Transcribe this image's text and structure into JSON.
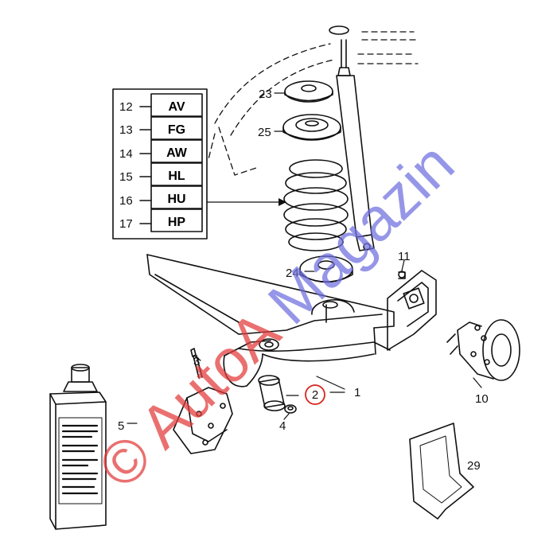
{
  "diagram": {
    "callouts": [
      {
        "id": "c1",
        "text": "1"
      },
      {
        "id": "c2",
        "text": "2",
        "highlight": true
      },
      {
        "id": "c3",
        "text": "3"
      },
      {
        "id": "c4",
        "text": "4"
      },
      {
        "id": "c5",
        "text": "5"
      },
      {
        "id": "c10",
        "text": "10"
      },
      {
        "id": "c11",
        "text": "11"
      },
      {
        "id": "c23",
        "text": "23"
      },
      {
        "id": "c24",
        "text": "24"
      },
      {
        "id": "c25",
        "text": "25"
      },
      {
        "id": "c29",
        "text": "29"
      }
    ],
    "legend": [
      {
        "num": "12",
        "code": "AV"
      },
      {
        "num": "13",
        "code": "FG"
      },
      {
        "num": "14",
        "code": "AW"
      },
      {
        "num": "15",
        "code": "HL"
      },
      {
        "num": "16",
        "code": "HU"
      },
      {
        "num": "17",
        "code": "HP"
      }
    ]
  },
  "watermark": {
    "text": "© AutoA Magazin",
    "color_red": "#e23a3a",
    "color_blue": "#6f6fe0"
  },
  "colors": {
    "line": "#111111",
    "highlight_ring": "#d9231e"
  }
}
